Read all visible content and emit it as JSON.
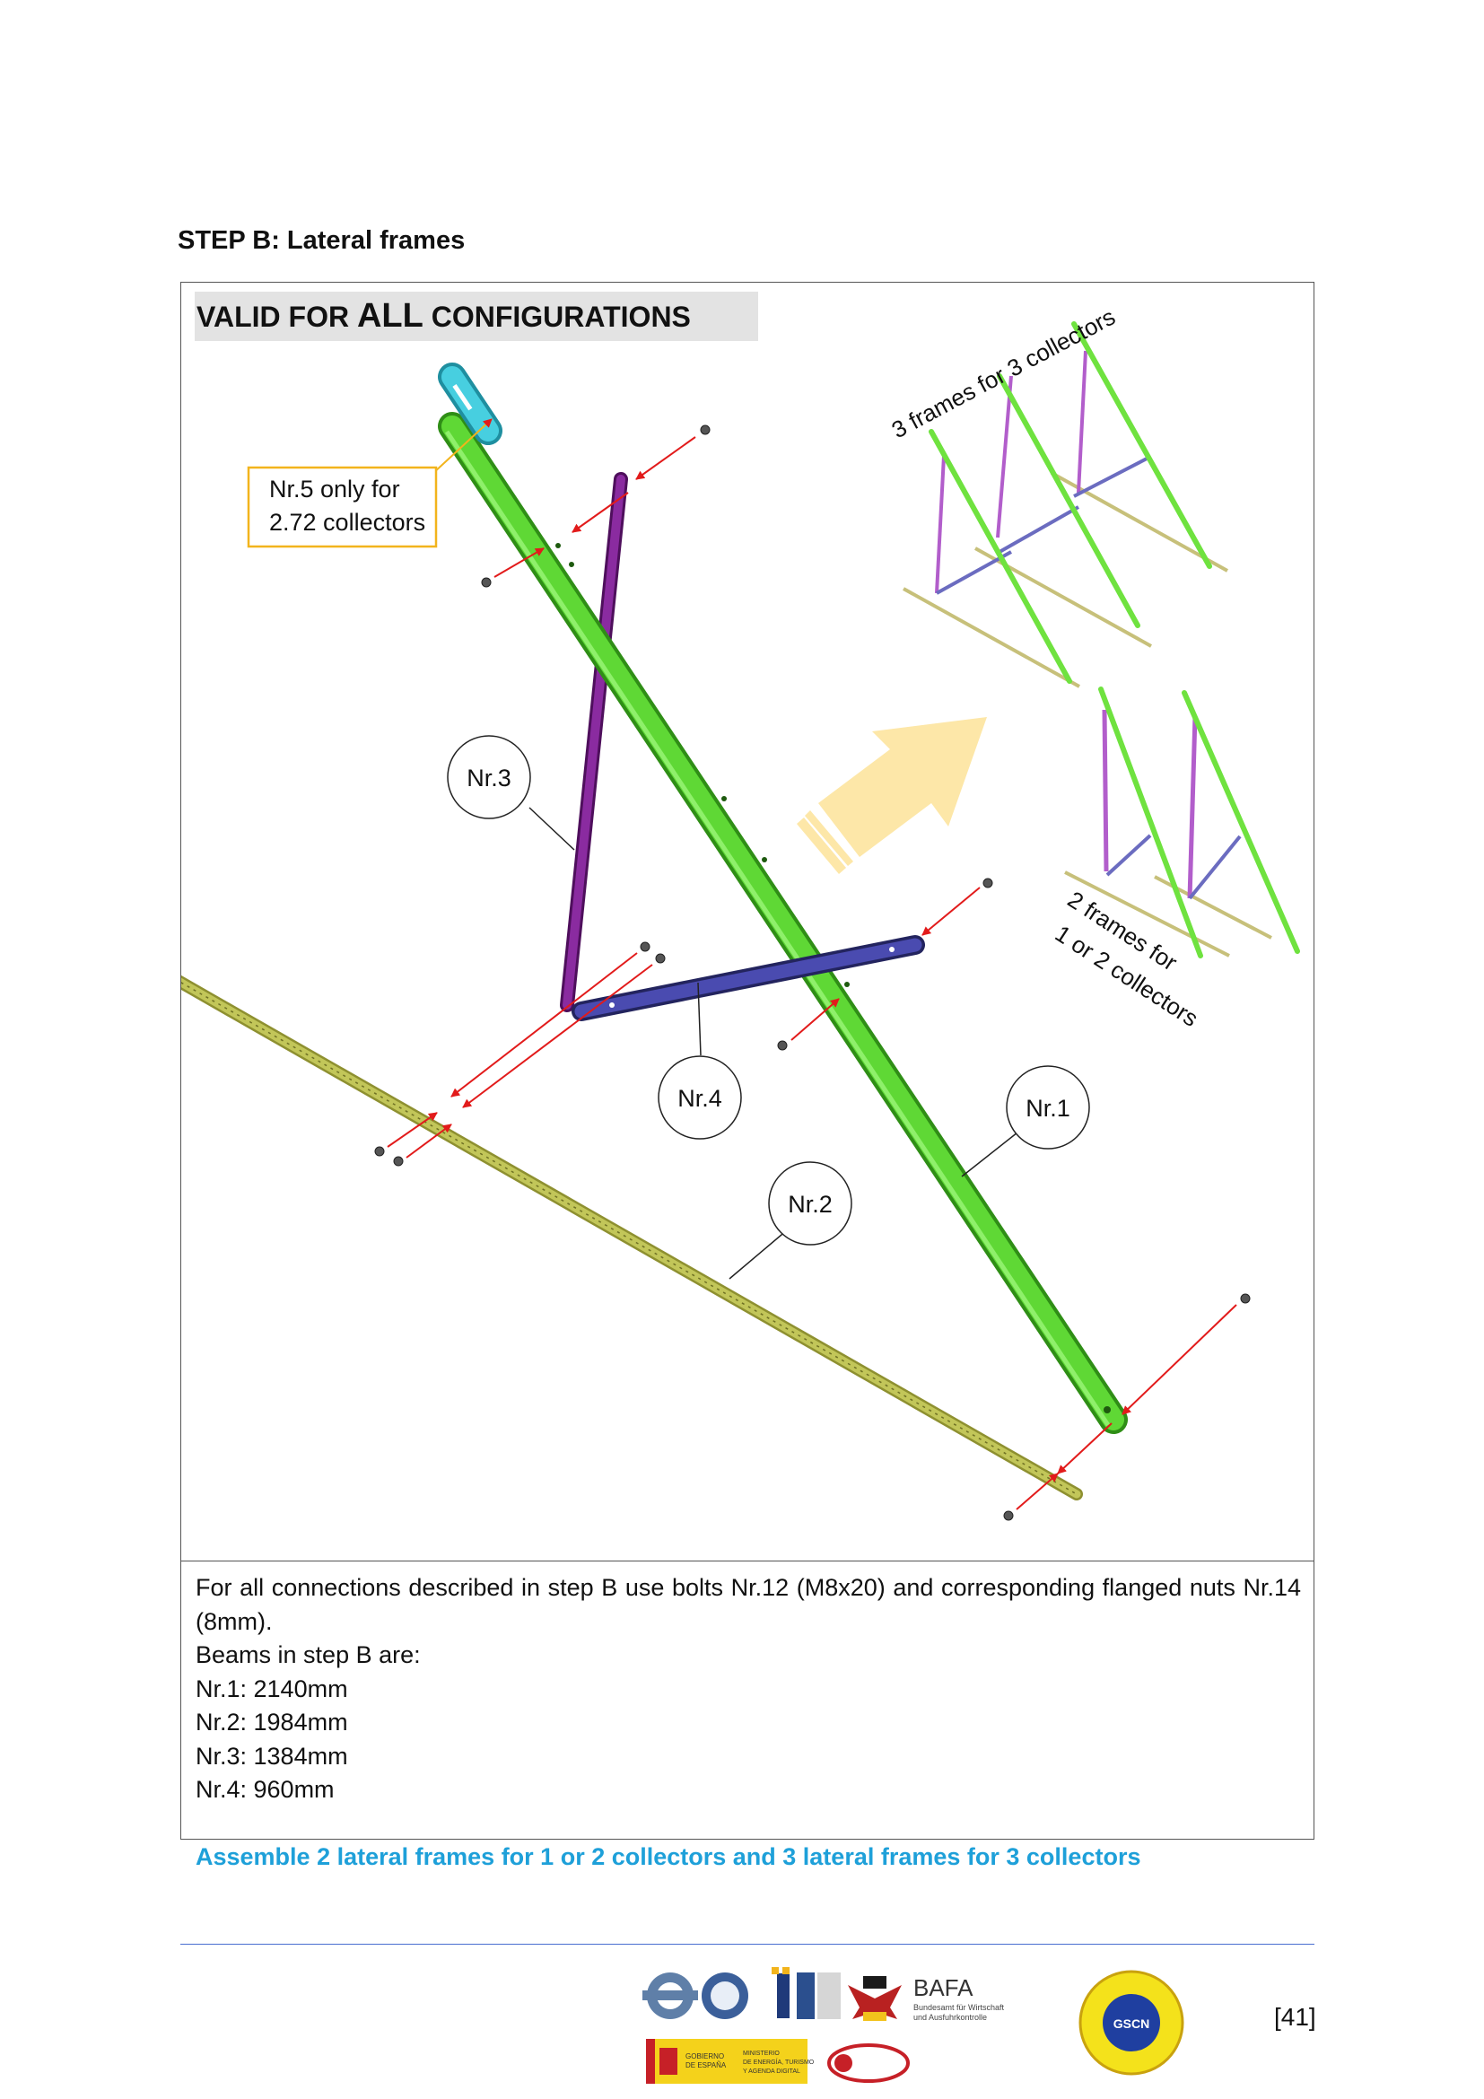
{
  "step_title": "STEP B: Lateral frames",
  "banner": {
    "part1": "VALID FOR ",
    "part2": "ALL",
    "part3": " CONFIGURATIONS"
  },
  "callouts": {
    "nr5_line1": "Nr.5 only for",
    "nr5_line2": "2.72 collectors",
    "nr1": "Nr.1",
    "nr2": "Nr.2",
    "nr3": "Nr.3",
    "nr4": "Nr.4",
    "three_frames": "3 frames for 3 collectors",
    "two_frames_line1": "2 frames for",
    "two_frames_line2": "1 or 2 collectors"
  },
  "notes": {
    "line1": "For all connections described in step B use bolts Nr.12 (M8x20) and corresponding flanged nuts Nr.14 (8mm).",
    "line2": "Beams in step B are:",
    "beams": [
      "Nr.1: 2140mm",
      "Nr.2: 1984mm",
      "Nr.3: 1384mm",
      "Nr.4: 960mm"
    ],
    "accent": "Assemble 2 lateral frames for 1 or 2 collectors and 3 lateral frames for 3 collectors"
  },
  "footer": {
    "page_number": "[41]",
    "bafa_name": "BAFA",
    "bafa_sub_line1": "Bundesamt für Wirtschaft",
    "bafa_sub_line2": "und Ausfuhrkontrolle",
    "gobierno_line1": "GOBIERNO",
    "gobierno_line2": "DE ESPAÑA",
    "ministerio_line1": "MINISTERIO",
    "ministerio_line2": "DE ENERGÍA, TURISMO",
    "ministerio_line3": "Y AGENDA DIGITAL",
    "gscn": "GSCN"
  },
  "colors": {
    "nr1_beam": "#5fd835",
    "nr2_beam": "#b4b94a",
    "nr3_beam": "#7a1f8c",
    "nr4_beam": "#3e3f9a",
    "nr5_part": "#3fc9d8",
    "arrows": "#e21b1b",
    "direction_arrow": "#fde7a8",
    "accent_text": "#1ea0d9",
    "callout_box_border": "#f2b41c"
  }
}
